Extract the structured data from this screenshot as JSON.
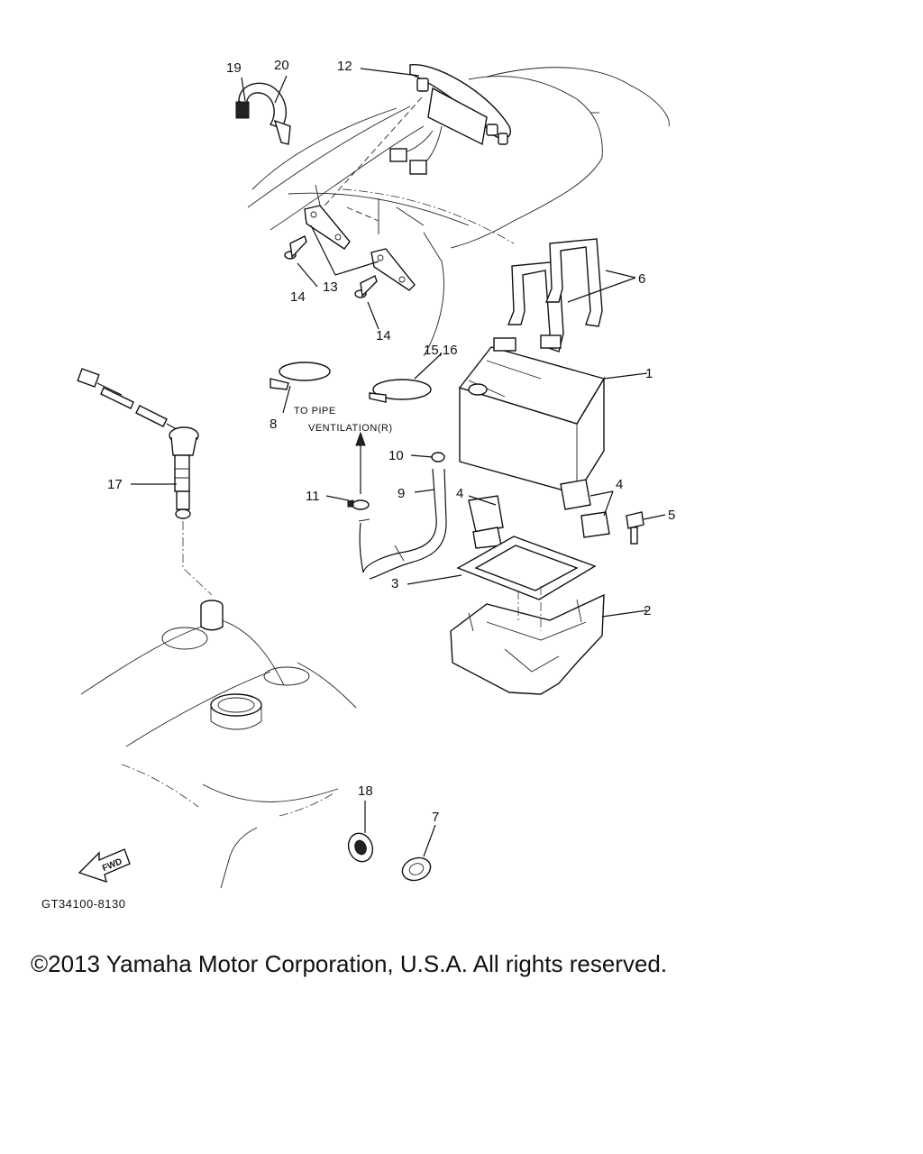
{
  "diagram": {
    "callouts": {
      "c1": "1",
      "c2": "2",
      "c3": "3",
      "c4a": "4",
      "c4b": "4",
      "c5": "5",
      "c6": "6",
      "c7": "7",
      "c8": "8",
      "c9": "9",
      "c10": "10",
      "c11": "11",
      "c12": "12",
      "c13": "13",
      "c14a": "14",
      "c14b": "14",
      "c15_16": "15,16",
      "c17": "17",
      "c18": "18",
      "c19": "19",
      "c20": "20"
    },
    "note_line1": "TO PIPE",
    "note_line2": "VENTILATION(R)",
    "fwd_label": "FWD",
    "diagram_code": "GT34100-8130"
  },
  "footer": {
    "copyright": "©2013 Yamaha Motor Corporation, U.S.A. All rights reserved."
  }
}
